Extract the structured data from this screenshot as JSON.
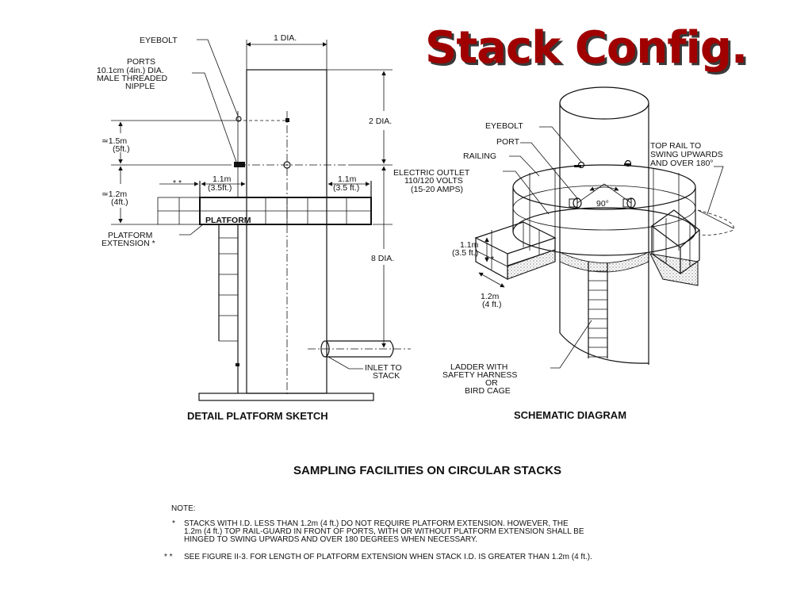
{
  "slide": {
    "title": "Stack Config."
  },
  "left": {
    "eyebolt": "EYEBOLT",
    "ports": [
      "PORTS",
      "10.1cm (4in.) DIA.",
      "MALE THREADED",
      "NIPPLE"
    ],
    "one_dia": "1 DIA.",
    "two_dia": "2 DIA.",
    "eight_dia": "8 DIA.",
    "dim_1_5m": [
      "≃1.5m",
      "(5ft.)"
    ],
    "dim_1_2m": [
      "≃1.2m",
      "(4ft.)"
    ],
    "dim_left_1_1m": [
      "1.1m",
      "(3.5ft.)"
    ],
    "dim_right_1_1m": [
      "1.1m",
      "(3.5 ft.)"
    ],
    "stars_left": "* *",
    "platform": "PLATFORM",
    "platform_extension": [
      "PLATFORM",
      "EXTENSION *"
    ],
    "inlet": [
      "INLET TO",
      "STACK"
    ],
    "caption": "DETAIL PLATFORM SKETCH"
  },
  "right": {
    "eyebolt": "EYEBOLT",
    "port": "PORT",
    "railing": "RAILING",
    "outlet": [
      "ELECTRIC OUTLET",
      "110/120 VOLTS",
      "(15-20 AMPS)"
    ],
    "top_rail": [
      "TOP RAIL TO",
      "SWING UPWARDS",
      "AND OVER 180°"
    ],
    "angle": "90°",
    "dim_1_1m": [
      "1.1m",
      "(3.5 ft.)"
    ],
    "stars": "* *",
    "dim_1_2m": [
      "1.2m",
      "(4 ft.)"
    ],
    "ladder": [
      "LADDER WITH",
      "SAFETY HARNESS",
      "OR",
      "BIRD CAGE"
    ],
    "caption": "SCHEMATIC DIAGRAM"
  },
  "figure_heading": "SAMPLING FACILITIES ON CIRCULAR STACKS",
  "notes": {
    "label": "NOTE:",
    "note1_marker": "*",
    "note1_lines": [
      "STACKS WITH I.D. LESS THAN  1.2m (4 ft.)  DO NOT REQUIRE PLATFORM EXTENSION.  HOWEVER, THE",
      "1.2m (4 ft.)   TOP RAIL-GUARD IN FRONT OF PORTS, WITH OR WITHOUT PLATFORM EXTENSION SHALL BE",
      "HINGED TO SWING UPWARDS AND OVER 180 DEGREES WHEN NECESSARY."
    ],
    "note2_marker": "* *",
    "note2_text": "SEE FIGURE II-3. FOR LENGTH OF PLATFORM EXTENSION WHEN STACK I.D. IS GREATER THAN  1.2m (4 ft.)."
  },
  "colors": {
    "title": "#a00000",
    "title_shadow": "#3a3a3a",
    "ink": "#111111"
  }
}
